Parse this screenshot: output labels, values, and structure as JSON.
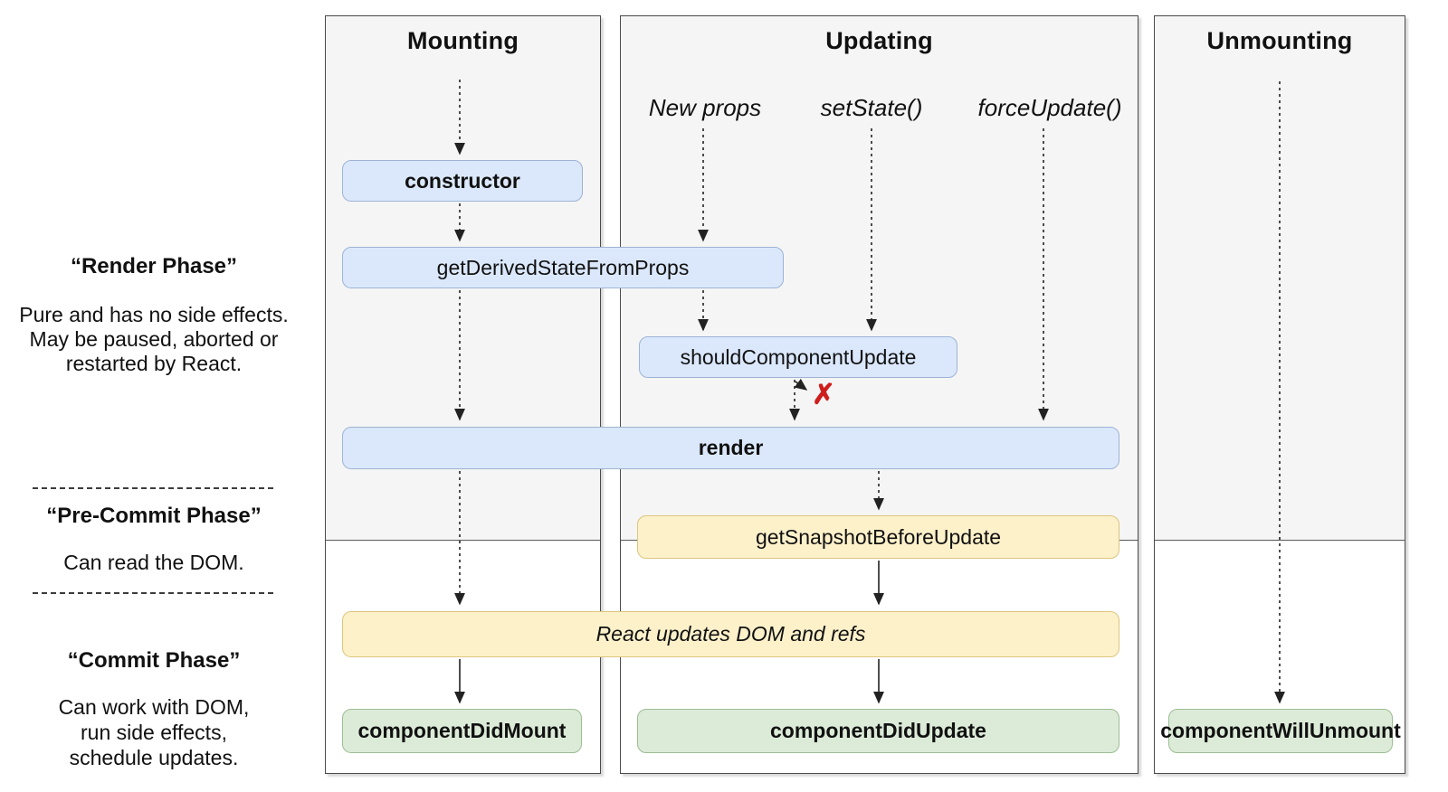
{
  "sidebar": {
    "phases": [
      {
        "title": "“Render Phase”",
        "description": "Pure and has no side effects.\nMay be paused, aborted or\nrestarted by React."
      },
      {
        "title": "“Pre-Commit Phase”",
        "description": "Can read the DOM."
      },
      {
        "title": "“Commit Phase”",
        "description": "Can work with DOM,\nrun side effects,\nschedule updates."
      }
    ]
  },
  "columns": [
    {
      "title": "Mounting"
    },
    {
      "title": "Updating"
    },
    {
      "title": "Unmounting"
    }
  ],
  "update_triggers": [
    {
      "label": "New props"
    },
    {
      "label": "setState()"
    },
    {
      "label": "forceUpdate()"
    }
  ],
  "lifecycle_boxes": {
    "constructor": "constructor",
    "get_derived_state_from_props": "getDerivedStateFromProps",
    "should_component_update": "shouldComponentUpdate",
    "render": "render",
    "get_snapshot_before_update": "getSnapshotBeforeUpdate",
    "react_updates_dom_and_refs": "React updates DOM and refs",
    "component_did_mount": "componentDidMount",
    "component_did_update": "componentDidUpdate",
    "component_will_unmount": "componentWillUnmount"
  },
  "icons": {
    "reject_x": "✗"
  },
  "colors": {
    "box_blue_fill": "#dbe8fc",
    "box_blue_border": "#9db3d4",
    "box_yellow_fill": "#fdf1ca",
    "box_yellow_border": "#dcc57e",
    "box_green_fill": "#dcebd8",
    "box_green_border": "#9dbd93",
    "column_bg_top": "#f5f5f5",
    "column_border": "#4a4a4a",
    "reject_x_red": "#cf1d1d"
  }
}
